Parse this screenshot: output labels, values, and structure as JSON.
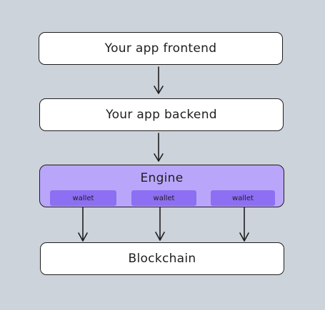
{
  "nodes": {
    "frontend": "Your app frontend",
    "backend": "Your app backend",
    "engine": "Engine",
    "blockchain": "Blockchain"
  },
  "wallets": [
    "wallet",
    "wallet",
    "wallet"
  ],
  "colors": {
    "background": "#cdd3db",
    "box": "#ffffff",
    "engine": "#b9a6fb",
    "wallet": "#8c6ff2",
    "stroke": "#1e1e1e"
  }
}
